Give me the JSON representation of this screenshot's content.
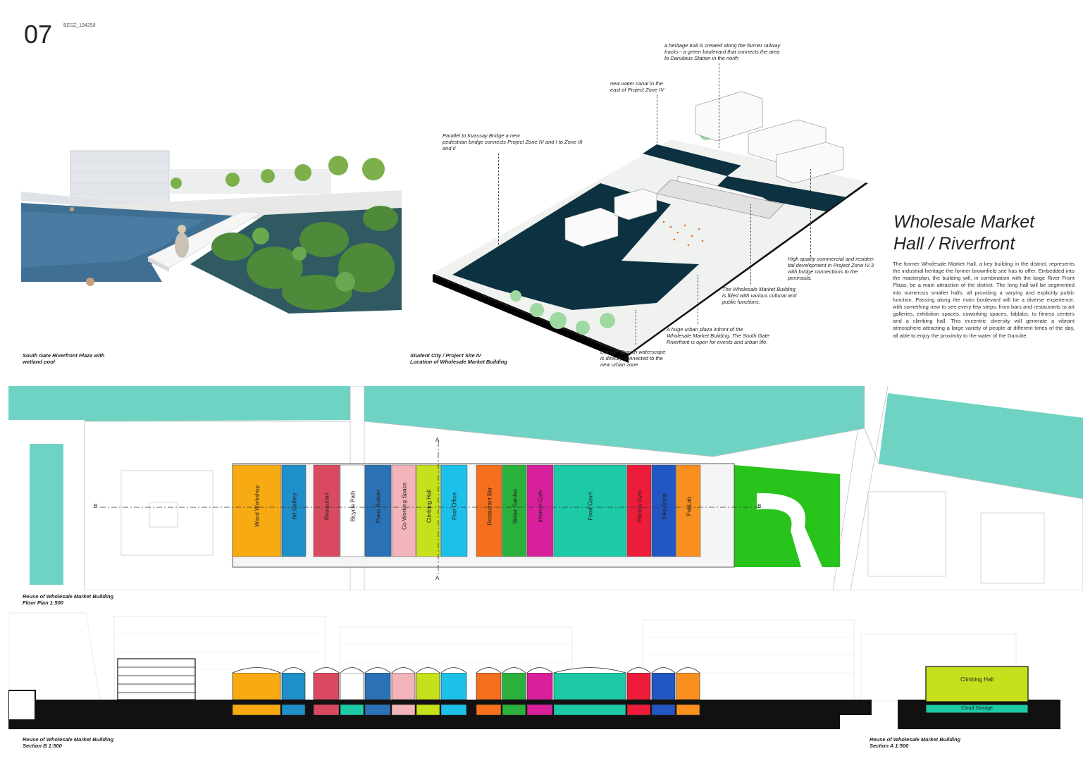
{
  "sheet": {
    "number": "07",
    "code": "BESZ_194250"
  },
  "title": {
    "line1": "Wholesale Market",
    "line2": "Hall / Riverfront"
  },
  "description": "The former Wholesale Market Hall, a key building in the district, represents the industrial heritage the former brownfield site has to offer. Embedded into the masterplan, the building will, in combination with the large River Front Plaza, be a main attraction of the district. The long hall will be segmented into numerous smaller halls, all providing a varying and explicitly public function. Passing along the main boulevard will be a diverse experience, with something new to see every few steps: from bars and restaurants to art galleries, exhibition spaces, coworking spaces, fablabs, to fitness centers and a climbing hall. This eccentric diversity will generate a vibrant atmosphere attracting a large variety of people at different times of the day, all able to enjoy the proximity to the water of the Danube.",
  "captions": {
    "render": [
      "South Gate Riverfront Plaza with",
      "wetland pool"
    ],
    "axon": [
      "Student City / Project Site IV",
      "Location of Wholesale Market Building"
    ],
    "plan": [
      "Reuse of Wholesale Market Building",
      "Floor Plan 1:500"
    ],
    "section_b": [
      "Reuse of Wholesale Market Building",
      "Section B 1:500"
    ],
    "section_a": [
      "Reuse of Wholesale Market Building",
      "Section A 1:500"
    ]
  },
  "annotations": {
    "heritage_trail": [
      "a heritage trail is created along the former railway",
      "tracks - a green boulevard that connects the area",
      "to Danubius Station in the north"
    ],
    "water_canal": [
      "new water canal in the",
      "east of Project Zone IV"
    ],
    "bridge": [
      "Parallel to Kvassay Bridge a new",
      "pedestrian bridge connects Project Zone IV and I to Zone III",
      "and II"
    ],
    "commercial": [
      "High quality commercial and residen-",
      "tial development in Project Zone IV.3",
      "with bridge connections to the",
      "peninsula."
    ],
    "market_building": [
      "The Wholesale Market Building",
      "is filled with various cultural and",
      "public functions."
    ],
    "plaza": [
      "A huge urban plaza infront of the",
      "Wholesale Market Building. The South Gate",
      "Riverfront is open for events and urban life."
    ],
    "waterscape": [
      "Danube Branch waterscape",
      "is directly connected to the",
      "new urban zone"
    ]
  },
  "plan_rooms": [
    {
      "label": "Wood Workshop",
      "color": "#f8aa12"
    },
    {
      "label": "Art Gallery",
      "color": "#1f8fc9"
    },
    {
      "label": "Restaurant",
      "color": "#d94a60"
    },
    {
      "label": "Bicycle Path",
      "color": "#ffffff"
    },
    {
      "label": "Piano Builder",
      "color": "#2a72b5"
    },
    {
      "label": "Co-Working Space",
      "color": "#f2b4b8"
    },
    {
      "label": "Climbing Hall",
      "color": "#c6e01e"
    },
    {
      "label": "Post Office",
      "color": "#1cc1ea"
    },
    {
      "label": "Restaurant Bar",
      "color": "#f4701c"
    },
    {
      "label": "Water Garden",
      "color": "#2ab13b"
    },
    {
      "label": "Internet Cafe",
      "color": "#d81f9c"
    },
    {
      "label": "Food Court",
      "color": "#1ccaa6"
    },
    {
      "label": "Fitness Gym",
      "color": "#ec1c3a"
    },
    {
      "label": "Bike Shop",
      "color": "#2256c2"
    },
    {
      "label": "FabLab",
      "color": "#f88f1e"
    }
  ],
  "section_markers": {
    "a_top": "A",
    "a_bottom": "A",
    "b_left": "B",
    "b_right": "B"
  },
  "section_a_labels": {
    "upper": "Climbing Hall",
    "lower": "Cloud Storage"
  },
  "colors": {
    "water": "#6fd3c4",
    "park": "#28c31b",
    "ink": "#111111"
  }
}
